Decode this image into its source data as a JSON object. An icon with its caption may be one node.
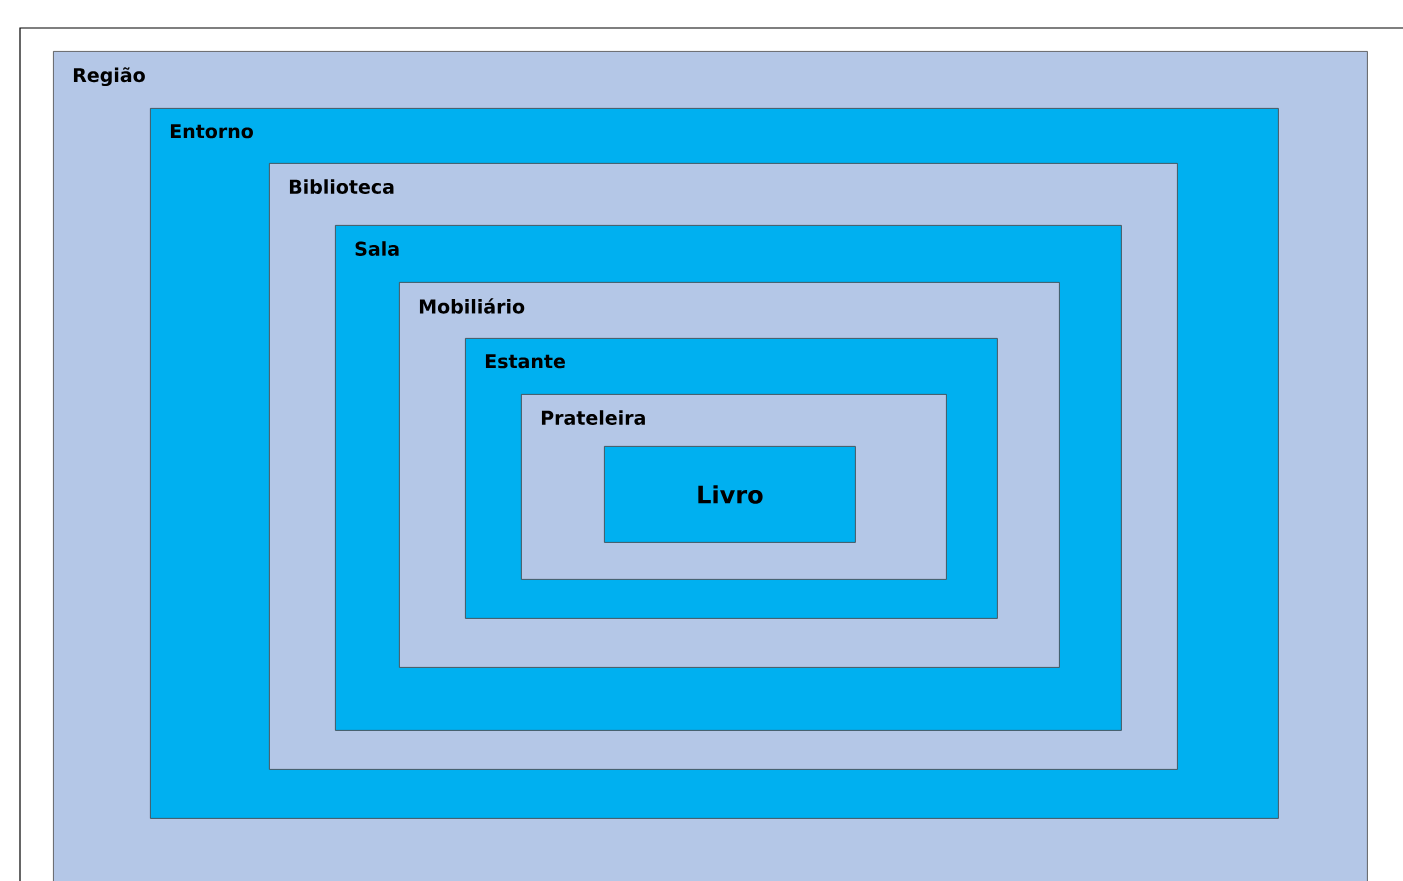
{
  "diagram": {
    "nodes": [
      {
        "text": [
          "Região"
        ]
      },
      {
        "text": [
          "Entorno"
        ],
        "in": 0
      },
      {
        "text": [
          "Biblioteca"
        ],
        "in": 1
      },
      {
        "text": [
          "Sala"
        ],
        "in": 2
      },
      {
        "text": [
          "Mobiliário"
        ],
        "in": 3
      },
      {
        "text": [
          "Estante"
        ],
        "in": 4
      },
      {
        "text": [
          "Prateleira"
        ],
        "in": 5
      },
      {
        "text": [
          "Livro"
        ],
        "in": 6
      }
    ]
  }
}
